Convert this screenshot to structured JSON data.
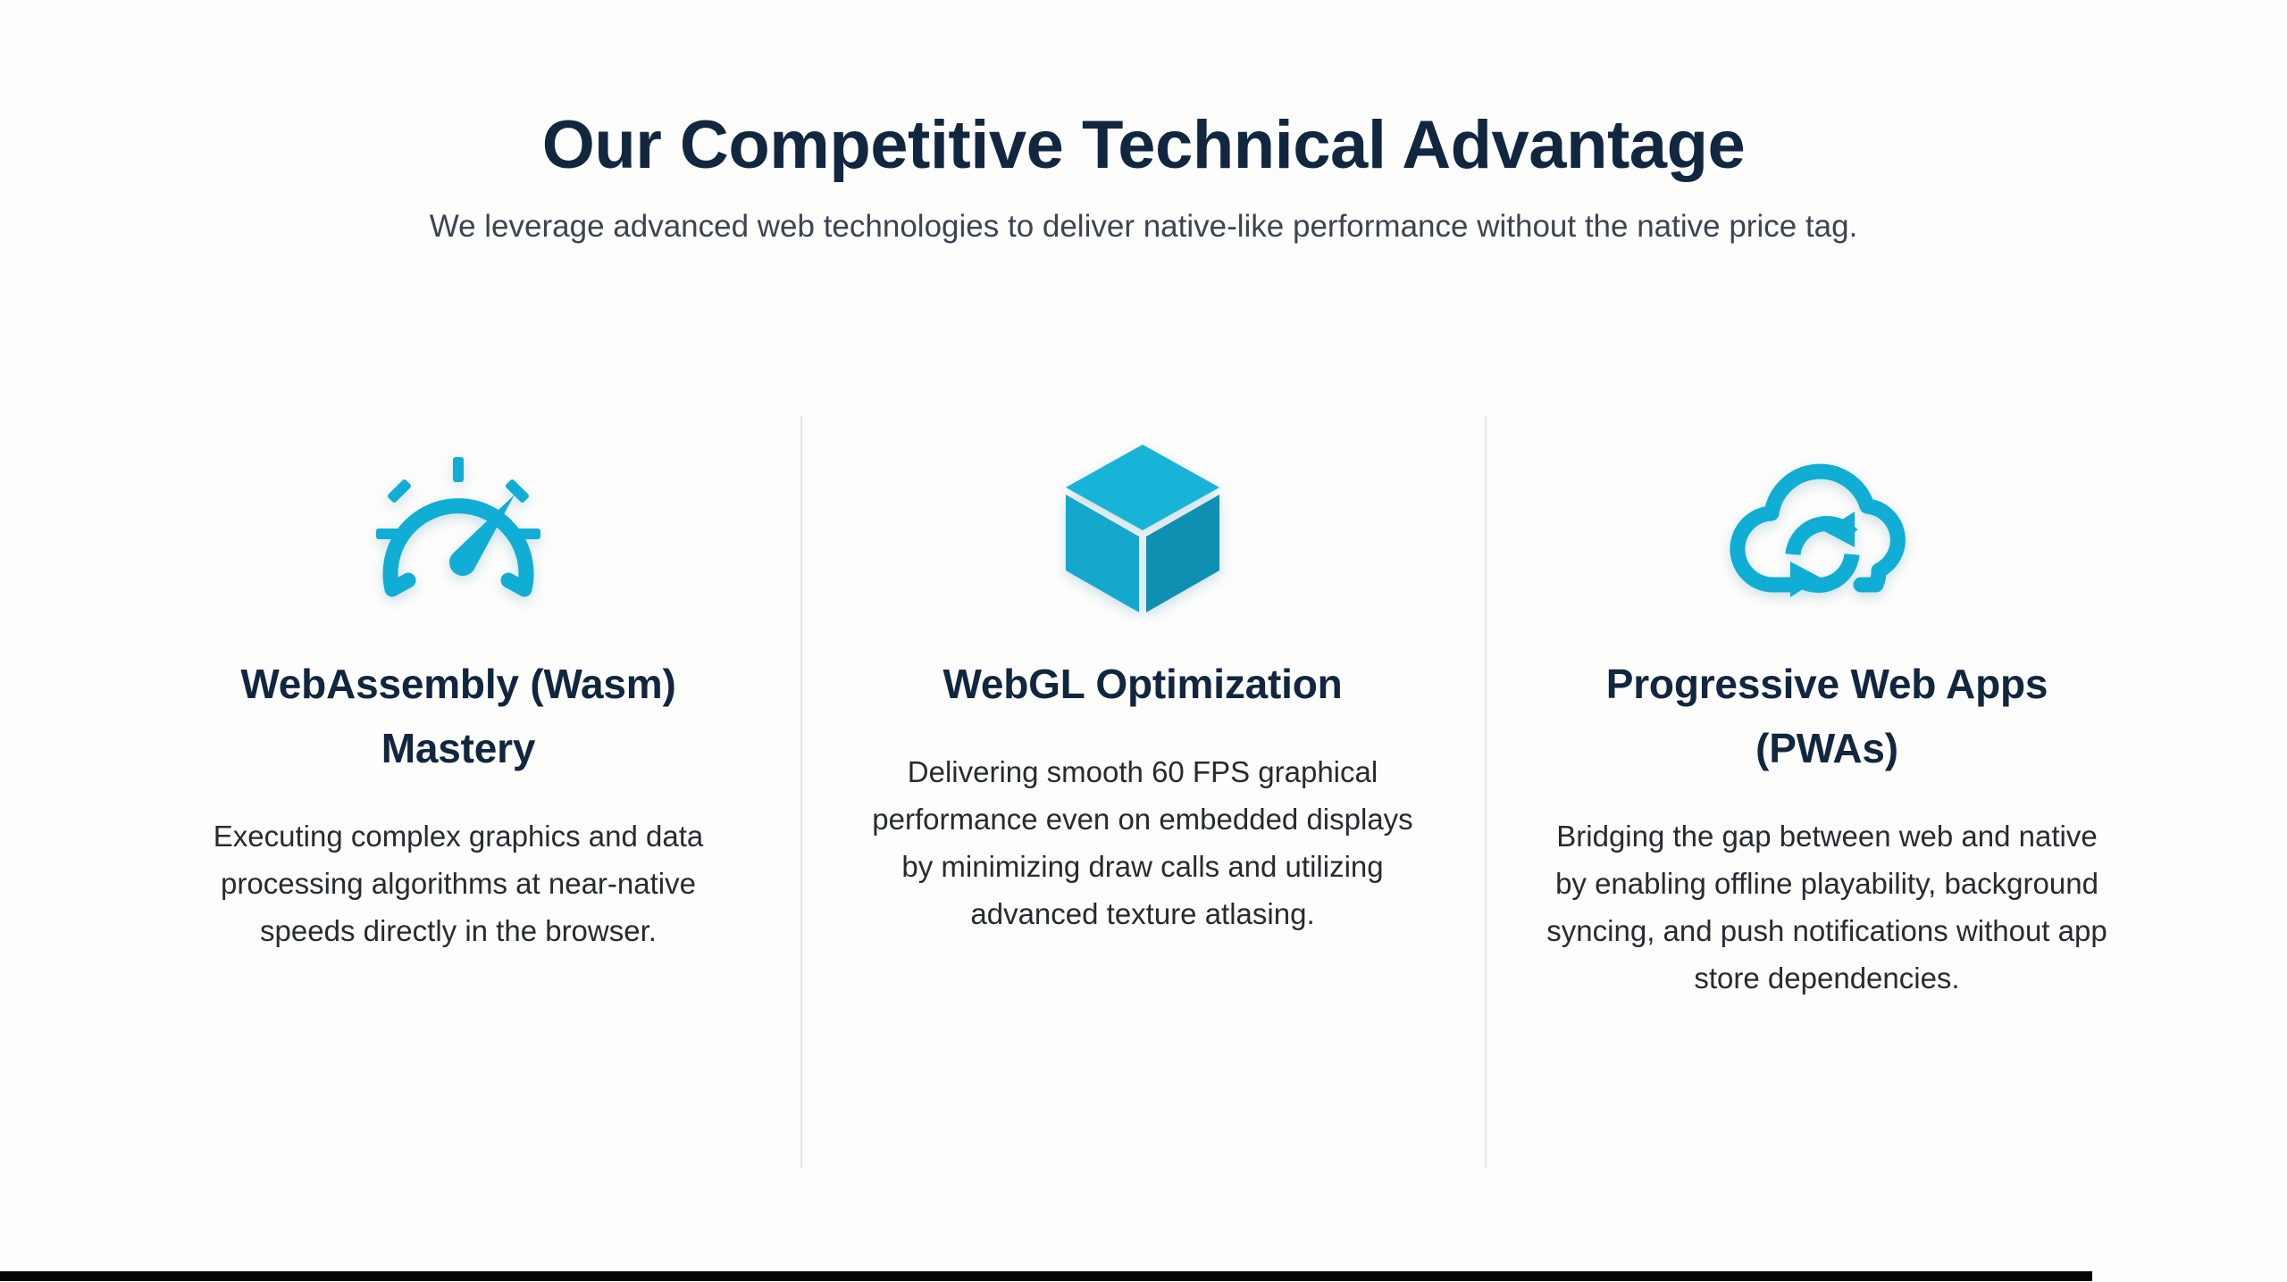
{
  "header": {
    "title": "Our Competitive Technical Advantage",
    "subtitle": "We leverage advanced web technologies to deliver native-like performance without the native price tag."
  },
  "theme": {
    "accent": "#10add4",
    "accent_dark": "#0f93b8",
    "accent_light": "#19bcdd",
    "title_color": "#11263f",
    "body_color": "#262b31",
    "background": "#fdfdfc",
    "divider": "#e6e6e6",
    "bottom_bar": "#050505"
  },
  "cards": [
    {
      "icon": "gauge-icon",
      "title": "WebAssembly (Wasm) Mastery",
      "body": "Executing complex graphics and data processing algorithms at near-native speeds directly in the browser."
    },
    {
      "icon": "cube-icon",
      "title": "WebGL Optimization",
      "body": "Delivering smooth 60 FPS graphical performance even on embedded displays by minimizing draw calls and utilizing advanced texture atlasing."
    },
    {
      "icon": "cloud-sync-icon",
      "title": "Progressive Web Apps (PWAs)",
      "body": "Bridging the gap between web and native by enabling offline playability, background syncing, and push notifications without app store dependencies."
    }
  ]
}
